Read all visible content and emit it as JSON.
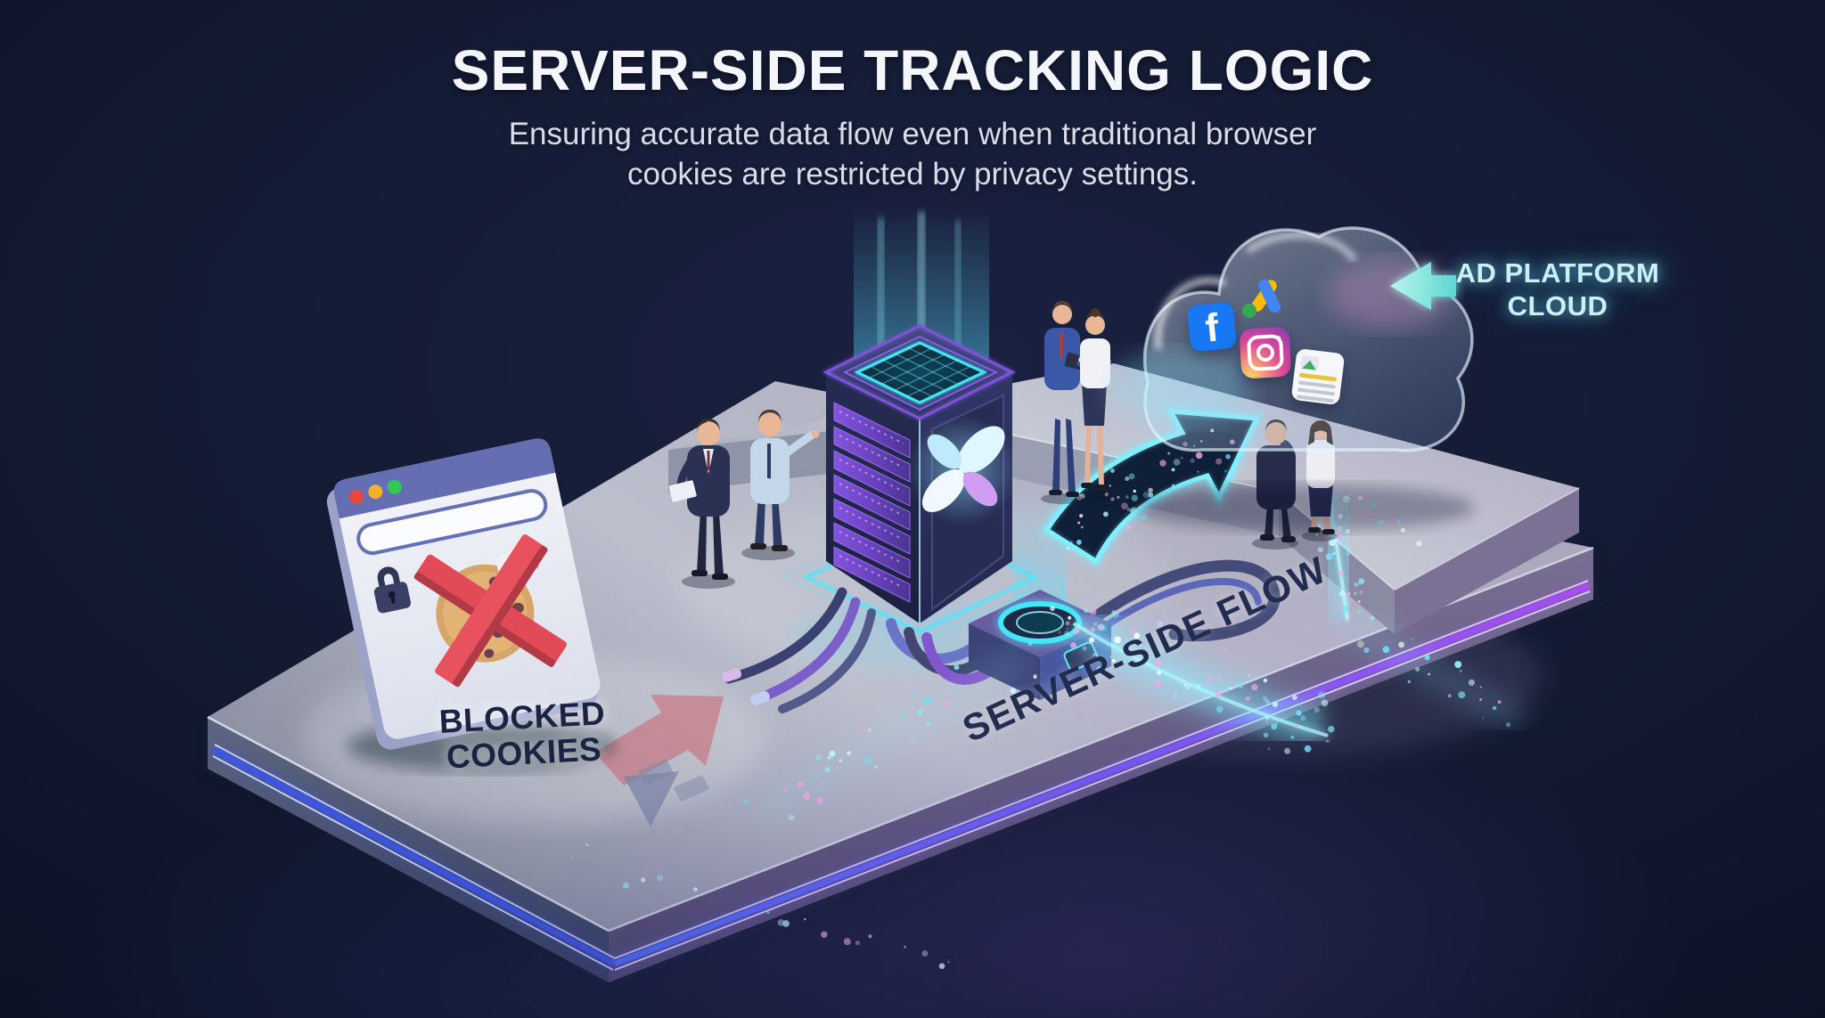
{
  "header": {
    "title": "SERVER-SIDE TRACKING LOGIC",
    "subtitle_line1": "Ensuring accurate data flow even when traditional browser",
    "subtitle_line2": "cookies are restricted by privacy settings."
  },
  "labels": {
    "ad_platform_line1": "AD PLATFORM",
    "ad_platform_line2": "CLOUD",
    "blocked_line1": "BLOCKED",
    "blocked_line2": "COOKIES",
    "flow": "SERVER-SIDE FLOW"
  },
  "cloud_icons": {
    "facebook_glyph": "f",
    "names": [
      "facebook",
      "google-ads",
      "instagram",
      "webpage"
    ]
  },
  "colors": {
    "background_top": "#0d1427",
    "background_bottom": "#272d52",
    "title_text": "#f4f6fb",
    "subtitle_text": "#d9dde9",
    "cyan_accent": "#7deef8",
    "purple_accent": "#a45bff",
    "dark_label": "#1d2545",
    "neon_blue_edge": "#3b55e8",
    "facebook_blue": "#1877f2",
    "red_x": "#e04a57",
    "cookie_tan": "#d9a96b"
  }
}
